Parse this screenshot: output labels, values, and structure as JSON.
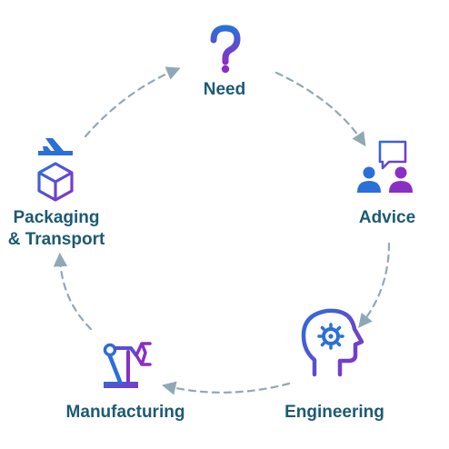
{
  "colors": {
    "label": "#1d5a73",
    "arrow": "#90a8b6",
    "gradient_start": "#2b6fd9",
    "gradient_end": "#8a2fc4"
  },
  "steps": [
    {
      "id": "need",
      "label": "Need",
      "icon": "question-mark-icon"
    },
    {
      "id": "advice",
      "label": "Advice",
      "icon": "consultation-icon"
    },
    {
      "id": "engineering",
      "label": "Engineering",
      "icon": "head-gear-icon"
    },
    {
      "id": "manufacturing",
      "label": "Manufacturing",
      "icon": "robot-arm-icon"
    },
    {
      "id": "packaging",
      "label_line1": "Packaging",
      "label_line2": "& Transport",
      "icon": "plane-box-icon"
    }
  ]
}
